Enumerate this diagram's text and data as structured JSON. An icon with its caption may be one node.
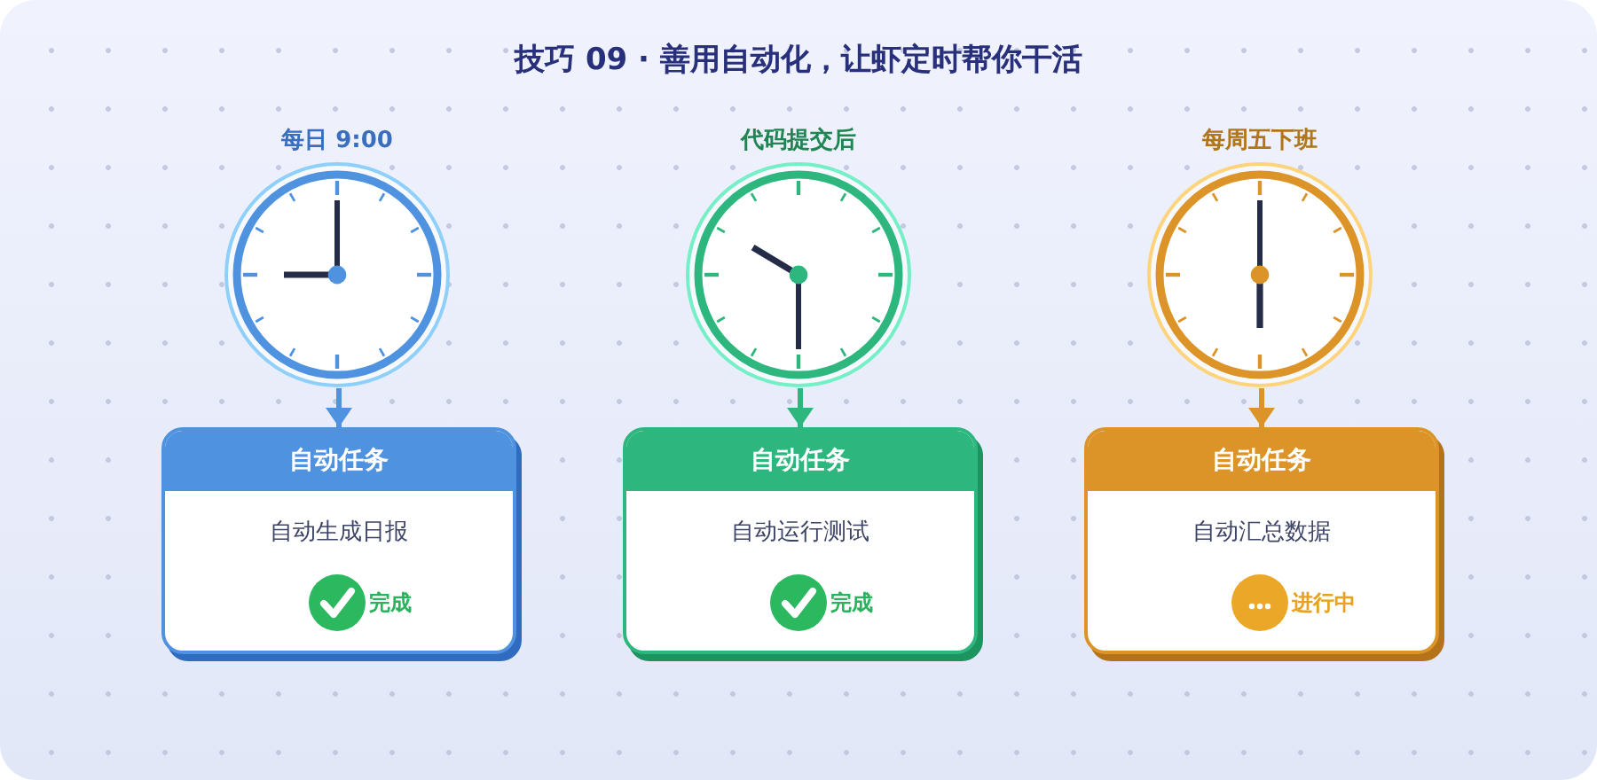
{
  "diagram": {
    "title": "技巧 09 · 善用自动化，让虾定时帮你干活",
    "nodes": [
      {
        "text": [
          "每日 9:00"
        ]
      },
      {
        "text": [
          "代码提交后"
        ]
      },
      {
        "text": [
          "每周五下班"
        ]
      },
      {
        "text": [
          "自动任务",
          "自动生成日报",
          "完成"
        ]
      },
      {
        "text": [
          "自动任务",
          "自动运行测试",
          "完成"
        ]
      },
      {
        "text": [
          "自动任务",
          "自动汇总数据",
          "进行中"
        ]
      }
    ],
    "edges": [
      {
        "from": 0,
        "to": 3,
        "arrow": "to",
        "color": "#4f92e0"
      },
      {
        "from": 1,
        "to": 4,
        "arrow": "to",
        "color": "#2db77f"
      },
      {
        "from": 2,
        "to": 5,
        "arrow": "to",
        "color": "#dc9429"
      }
    ]
  }
}
